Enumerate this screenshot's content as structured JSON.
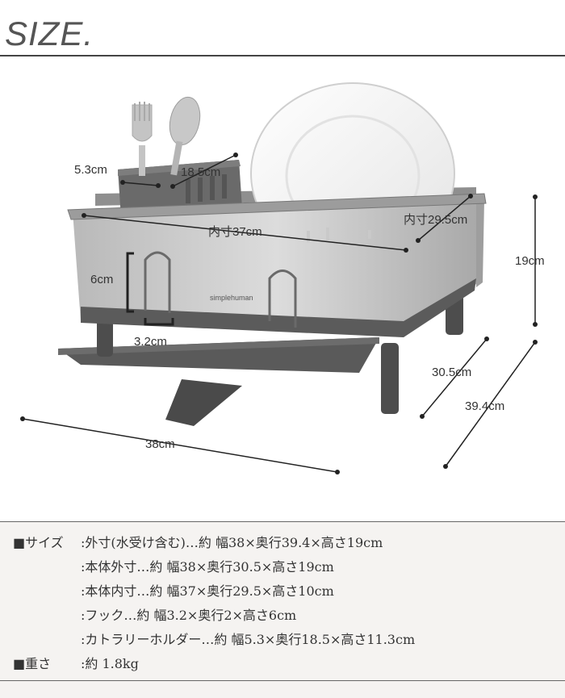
{
  "title": "SIZE.",
  "figure": {
    "brand": "simplehuman",
    "dims": {
      "holder_width": "5.3cm",
      "holder_depth": "18.5cm",
      "inner_width": "内寸37cm",
      "inner_depth": "内寸29.5cm",
      "height": "19cm",
      "hook_height": "6cm",
      "hook_width": "3.2cm",
      "body_depth": "30.5cm",
      "overall_depth": "39.4cm",
      "overall_width": "38cm"
    }
  },
  "specs": {
    "size_head": "■サイズ",
    "rows": [
      ":外寸(水受け含む)…約 幅38×奥行39.4×高さ19cm",
      ":本体外寸…約 幅38×奥行30.5×高さ19cm",
      ":本体内寸…約 幅37×奥行29.5×高さ10cm",
      ":フック…約 幅3.2×奥行2×高さ6cm",
      ":カトラリーホルダー…約 幅5.3×奥行18.5×高さ11.3cm"
    ],
    "weight_head": "■重さ",
    "weight": ":約 1.8kg"
  }
}
